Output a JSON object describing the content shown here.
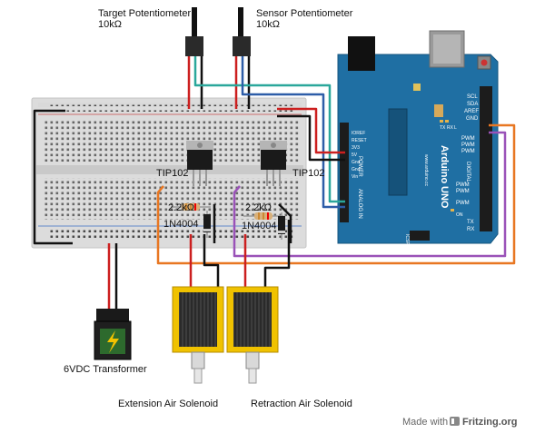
{
  "labels": {
    "target_pot": "Target Potentiometer",
    "target_pot_value": "10kΩ",
    "sensor_pot": "Sensor Potentiometer",
    "sensor_pot_value": "10kΩ",
    "tip_left": "TIP102",
    "tip_right": "TIP102",
    "res_left": "2.2kΩ",
    "res_right": "2.2kΩ",
    "diode_left": "1N4004",
    "diode_right": "1N4004",
    "transformer": "6VDC Transformer",
    "ext_solenoid": "Extension Air Solenoid",
    "ret_solenoid": "Retraction Air Solenoid",
    "made_with": "Made with",
    "fritzing": "Fritzing.org"
  },
  "arduino": {
    "brand": "Arduino",
    "model": "UNO",
    "site": "www.arduino.cc",
    "header_top": [
      "SCL",
      "SDA",
      "AREF",
      "GND"
    ],
    "pwm": [
      "PWM",
      "PWM",
      "PWM",
      "PWM",
      "PWM",
      "PWM"
    ],
    "digital": "DIGITAL",
    "tx": "TX",
    "rx": "RX",
    "power_pins": [
      "IOREF",
      "RESET",
      "3V3",
      "5V",
      "Gnd",
      "Gnd",
      "Vin"
    ],
    "power": "POWER",
    "analog": "ANALOG IN",
    "icsp": "ICSP",
    "led_labels": [
      "TX",
      "RX",
      "L",
      "ON"
    ]
  },
  "colors": {
    "board_blue": "#1f6fa3",
    "wire_red": "#cc1f1f",
    "wire_black": "#111111",
    "wire_teal": "#2aa79b",
    "wire_blue": "#2d5da8",
    "wire_orange": "#e87722",
    "wire_purple": "#9a52b8"
  }
}
